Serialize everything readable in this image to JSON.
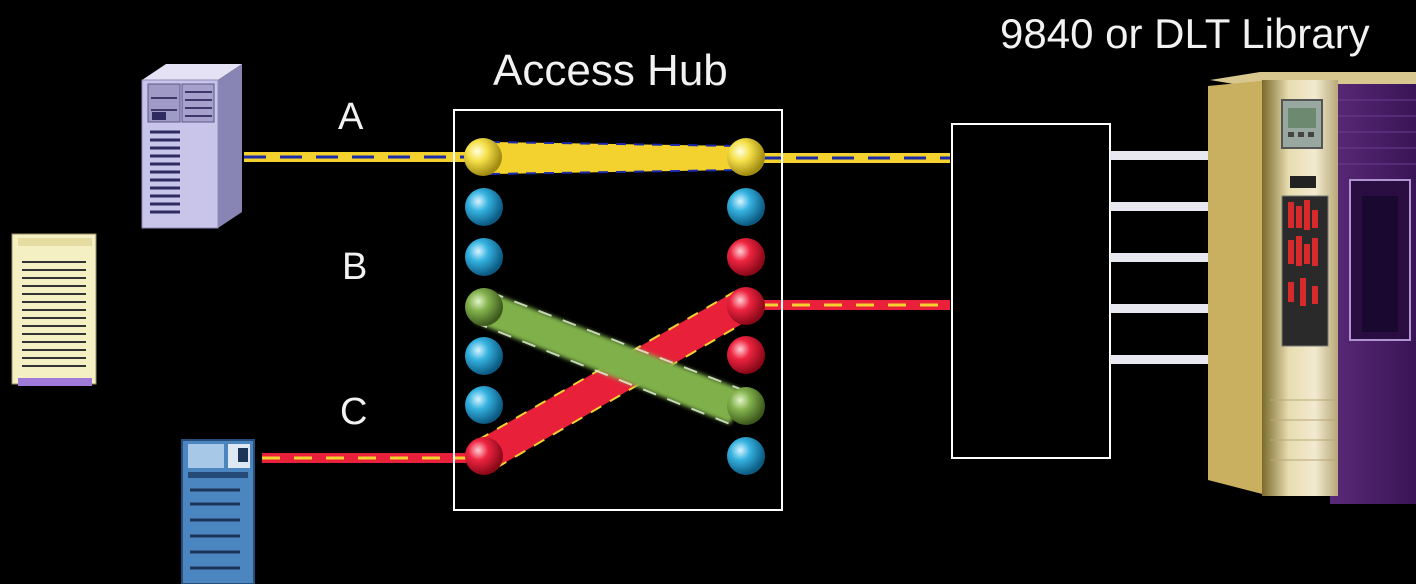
{
  "labels": {
    "hub_title": "Access Hub",
    "library_title": "9840 or DLT Library",
    "path_a": "A",
    "path_b": "B",
    "path_c": "C"
  },
  "colors": {
    "background": "#000000",
    "path_a": "#f3d230",
    "path_a_dash": "#1a2aa8",
    "path_b": "#7fb04a",
    "path_c": "#e8203a",
    "port_idle": "#2aa6d6",
    "hub_border": "#ffffff"
  },
  "hub_ports": {
    "left": [
      "yellow",
      "blue",
      "blue",
      "green",
      "blue",
      "blue",
      "red"
    ],
    "right": [
      "yellow",
      "blue",
      "red",
      "red",
      "red",
      "green",
      "blue"
    ]
  },
  "icons": [
    "server-tower-icon",
    "document-icon",
    "workstation-icon",
    "switch-box-icon",
    "tape-library-icon"
  ]
}
